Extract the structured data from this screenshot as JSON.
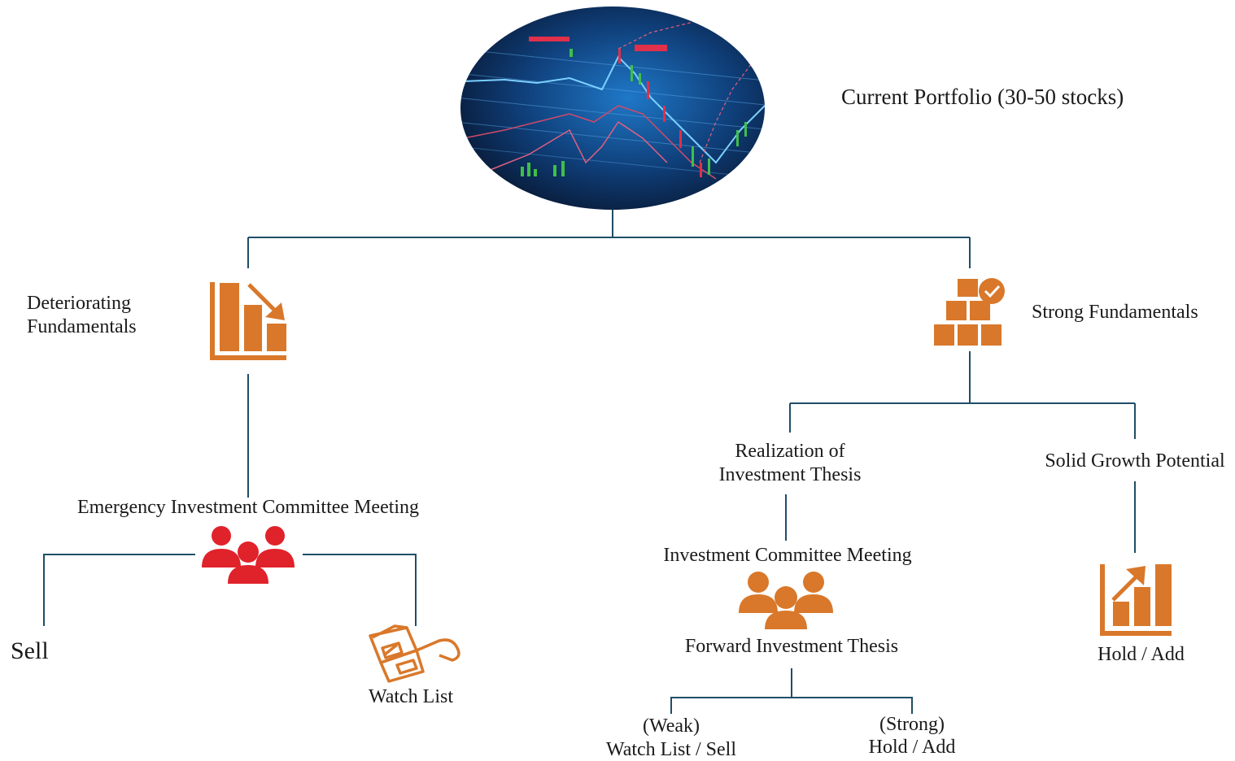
{
  "title": "Current Portfolio (30-50 stocks)",
  "colors": {
    "line": "#1f4e66",
    "orange": "#d9782a",
    "red": "#e0222b",
    "ellipse_dark": "#0b1a33",
    "ellipse_blue": "#1e6fb8"
  },
  "icons": {
    "header": "stock-chart-image",
    "deteriorating": "declining-bar-chart-icon",
    "strong": "stacked-boxes-check-icon",
    "emergency": "red-people-group-icon",
    "committee": "orange-people-group-icon",
    "watch": "3d-glasses-icon",
    "growth": "rising-bar-chart-icon"
  },
  "left": {
    "heading_line1": "Deteriorating",
    "heading_line2": "Fundamentals",
    "meeting": "Emergency Investment Committee Meeting",
    "sell": "Sell",
    "watch": "Watch List"
  },
  "right": {
    "heading": "Strong Fundamentals",
    "realization_line1": "Realization of",
    "realization_line2": "Investment Thesis",
    "growth": "Solid Growth Potential",
    "meeting": "Investment Committee Meeting",
    "forward": "Forward Investment Thesis",
    "weak_line1": "(Weak)",
    "weak_line2": "Watch List / Sell",
    "strong_line1": "(Strong)",
    "strong_line2": "Hold / Add",
    "hold": "Hold / Add"
  }
}
